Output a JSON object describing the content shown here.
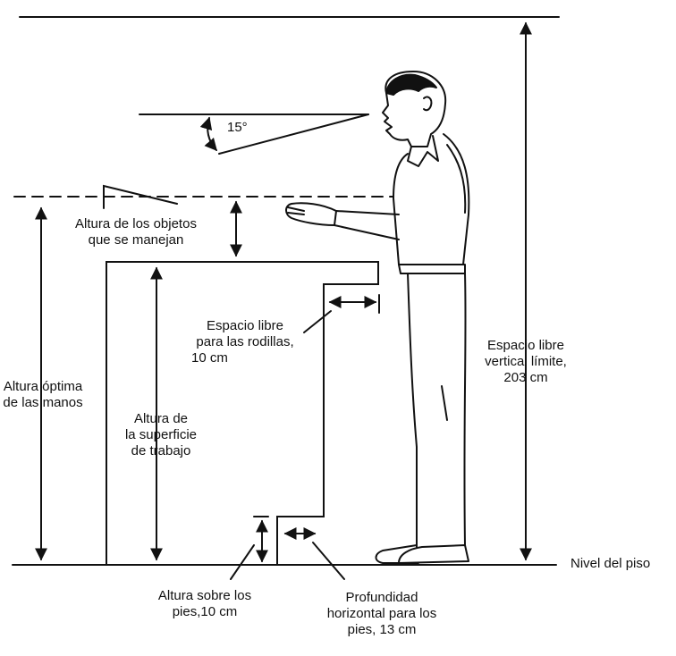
{
  "labels": {
    "angle": "15°",
    "objects_height": [
      "Altura de los objetos",
      "que se manejan"
    ],
    "knee_space": [
      "Espacio libre",
      "para las rodillas,",
      "10 cm"
    ],
    "hands_height": [
      "Altura óptima",
      "de las manos"
    ],
    "work_surface": [
      "Altura de",
      "la superficie",
      "de trabajo"
    ],
    "vertical_clearance": [
      "Espacio libre",
      "vertical límite,",
      "203 cm"
    ],
    "floor": "Nivel del piso",
    "feet_height": [
      "Altura sobre los",
      "pies,10 cm"
    ],
    "feet_depth": [
      "Profundidad",
      "horizontal para los",
      "pies, 13 cm"
    ]
  },
  "colors": {
    "ink": "#111111",
    "background": "#ffffff"
  }
}
